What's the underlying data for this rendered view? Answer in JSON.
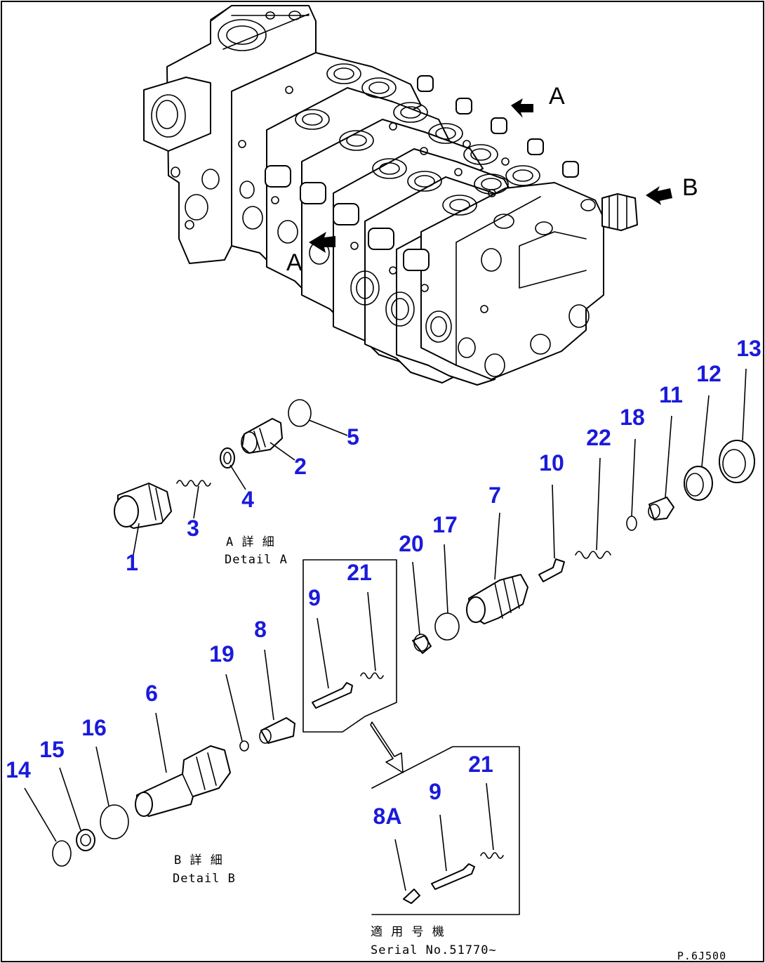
{
  "colors": {
    "callout": "#1a1adb",
    "line": "#000000",
    "background": "#ffffff"
  },
  "arrow_labels": {
    "a_top": "A",
    "a_side": "A",
    "b": "B"
  },
  "details": {
    "a_jp": "A 詳 細",
    "a_en": "Detail A",
    "b_jp": "B 詳 細",
    "b_en": "Detail B",
    "serial_jp": "適 用 号 機",
    "serial_en": "Serial No.51770~"
  },
  "drawing_code": "P.6J500",
  "callouts": [
    {
      "id": "1",
      "label": "1"
    },
    {
      "id": "2",
      "label": "2"
    },
    {
      "id": "3",
      "label": "3"
    },
    {
      "id": "4",
      "label": "4"
    },
    {
      "id": "5",
      "label": "5"
    },
    {
      "id": "6",
      "label": "6"
    },
    {
      "id": "7",
      "label": "7"
    },
    {
      "id": "8",
      "label": "8"
    },
    {
      "id": "8a",
      "label": "8A"
    },
    {
      "id": "9",
      "label": "9"
    },
    {
      "id": "9b",
      "label": "9"
    },
    {
      "id": "10",
      "label": "10"
    },
    {
      "id": "11",
      "label": "11"
    },
    {
      "id": "12",
      "label": "12"
    },
    {
      "id": "13",
      "label": "13"
    },
    {
      "id": "14",
      "label": "14"
    },
    {
      "id": "15",
      "label": "15"
    },
    {
      "id": "16",
      "label": "16"
    },
    {
      "id": "17",
      "label": "17"
    },
    {
      "id": "18",
      "label": "18"
    },
    {
      "id": "19",
      "label": "19"
    },
    {
      "id": "20",
      "label": "20"
    },
    {
      "id": "21",
      "label": "21"
    },
    {
      "id": "21b",
      "label": "21"
    },
    {
      "id": "22",
      "label": "22"
    }
  ]
}
